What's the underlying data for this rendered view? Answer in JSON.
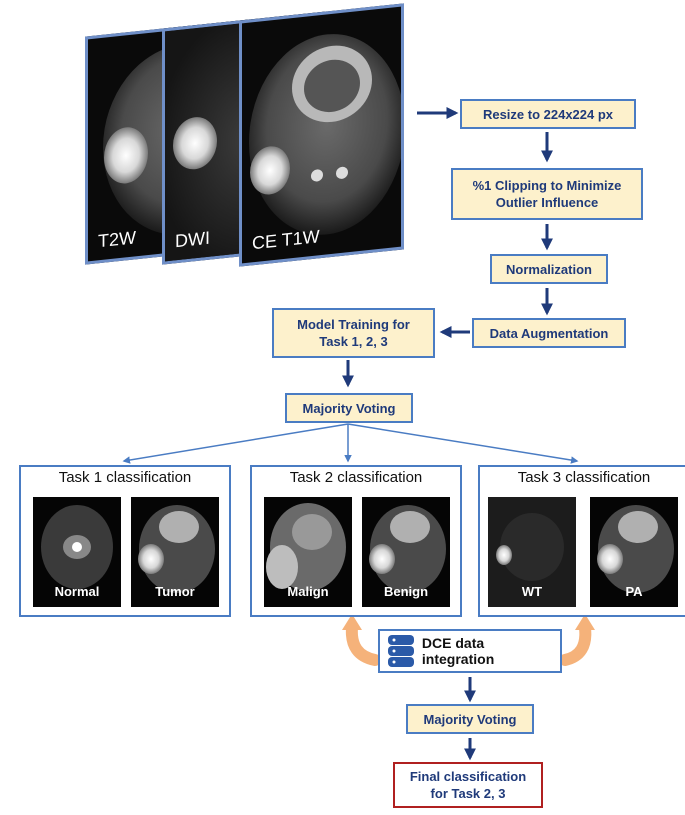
{
  "mri_slices": [
    {
      "label": "T2W"
    },
    {
      "label": "DWI"
    },
    {
      "label": "CE T1W"
    }
  ],
  "steps": {
    "resize": "Resize to 224x224 px",
    "clipping_line1": "%1 Clipping to Minimize",
    "clipping_line2": "Outlier Influence",
    "normalization": "Normalization",
    "augmentation": "Data Augmentation",
    "training_line1": "Model Training for",
    "training_line2": "Task 1, 2, 3",
    "voting1": "Majority Voting",
    "voting2": "Majority Voting",
    "final_line1": "Final classification",
    "final_line2": "for Task 2, 3"
  },
  "tasks": [
    {
      "title": "Task 1 classification",
      "left_label": "Normal",
      "right_label": "Tumor"
    },
    {
      "title": "Task 2 classification",
      "left_label": "Malign",
      "right_label": "Benign"
    },
    {
      "title": "Task 3 classification",
      "left_label": "WT",
      "right_label": "PA"
    }
  ],
  "dce": {
    "label": "DCE data integration",
    "icon": "database-icon"
  },
  "colors": {
    "box_fill": "#fdf1cc",
    "box_border": "#4a7cc3",
    "text": "#1f3a7a",
    "arrow": "#1f3a7a",
    "final_border": "#b02020",
    "orange_arrow": "#f5b27a"
  }
}
